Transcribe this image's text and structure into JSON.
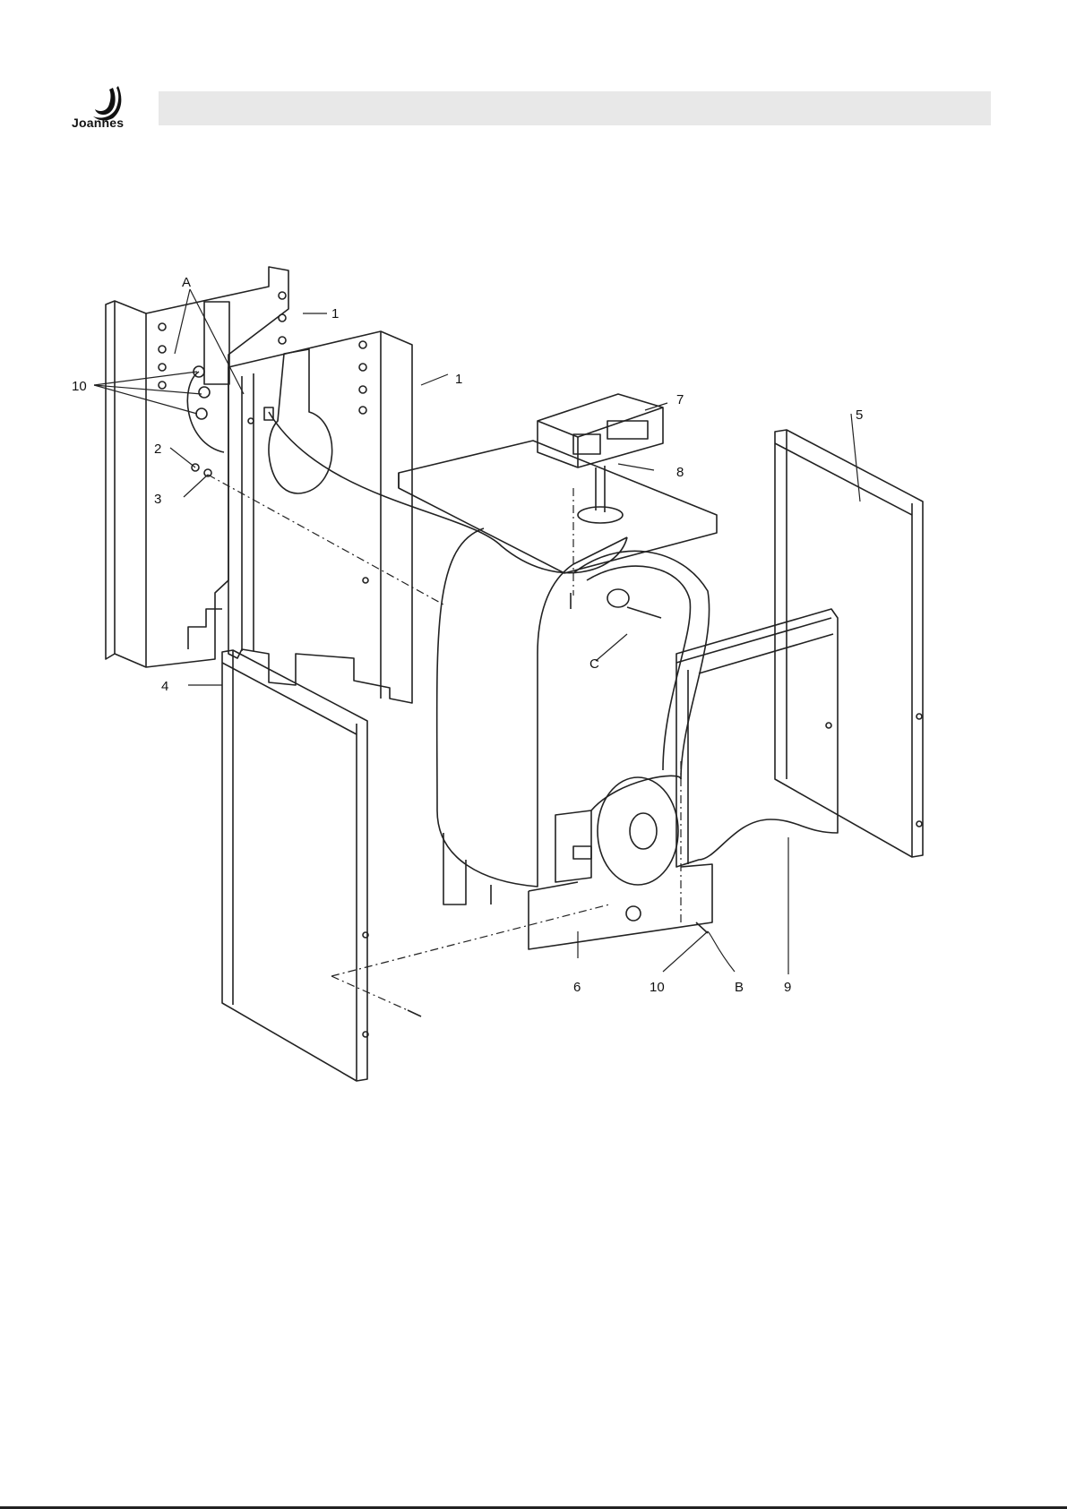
{
  "header": {
    "brand": "Joannes"
  },
  "diagram": {
    "labels": {
      "a": "A",
      "one_back": "1",
      "one_front": "1",
      "ten_top": "10",
      "two": "2",
      "three": "3",
      "four": "4",
      "five": "5",
      "six": "6",
      "seven": "7",
      "eight": "8",
      "nine": "9",
      "ten_bottom": "10",
      "b": "B",
      "c": "C"
    }
  }
}
